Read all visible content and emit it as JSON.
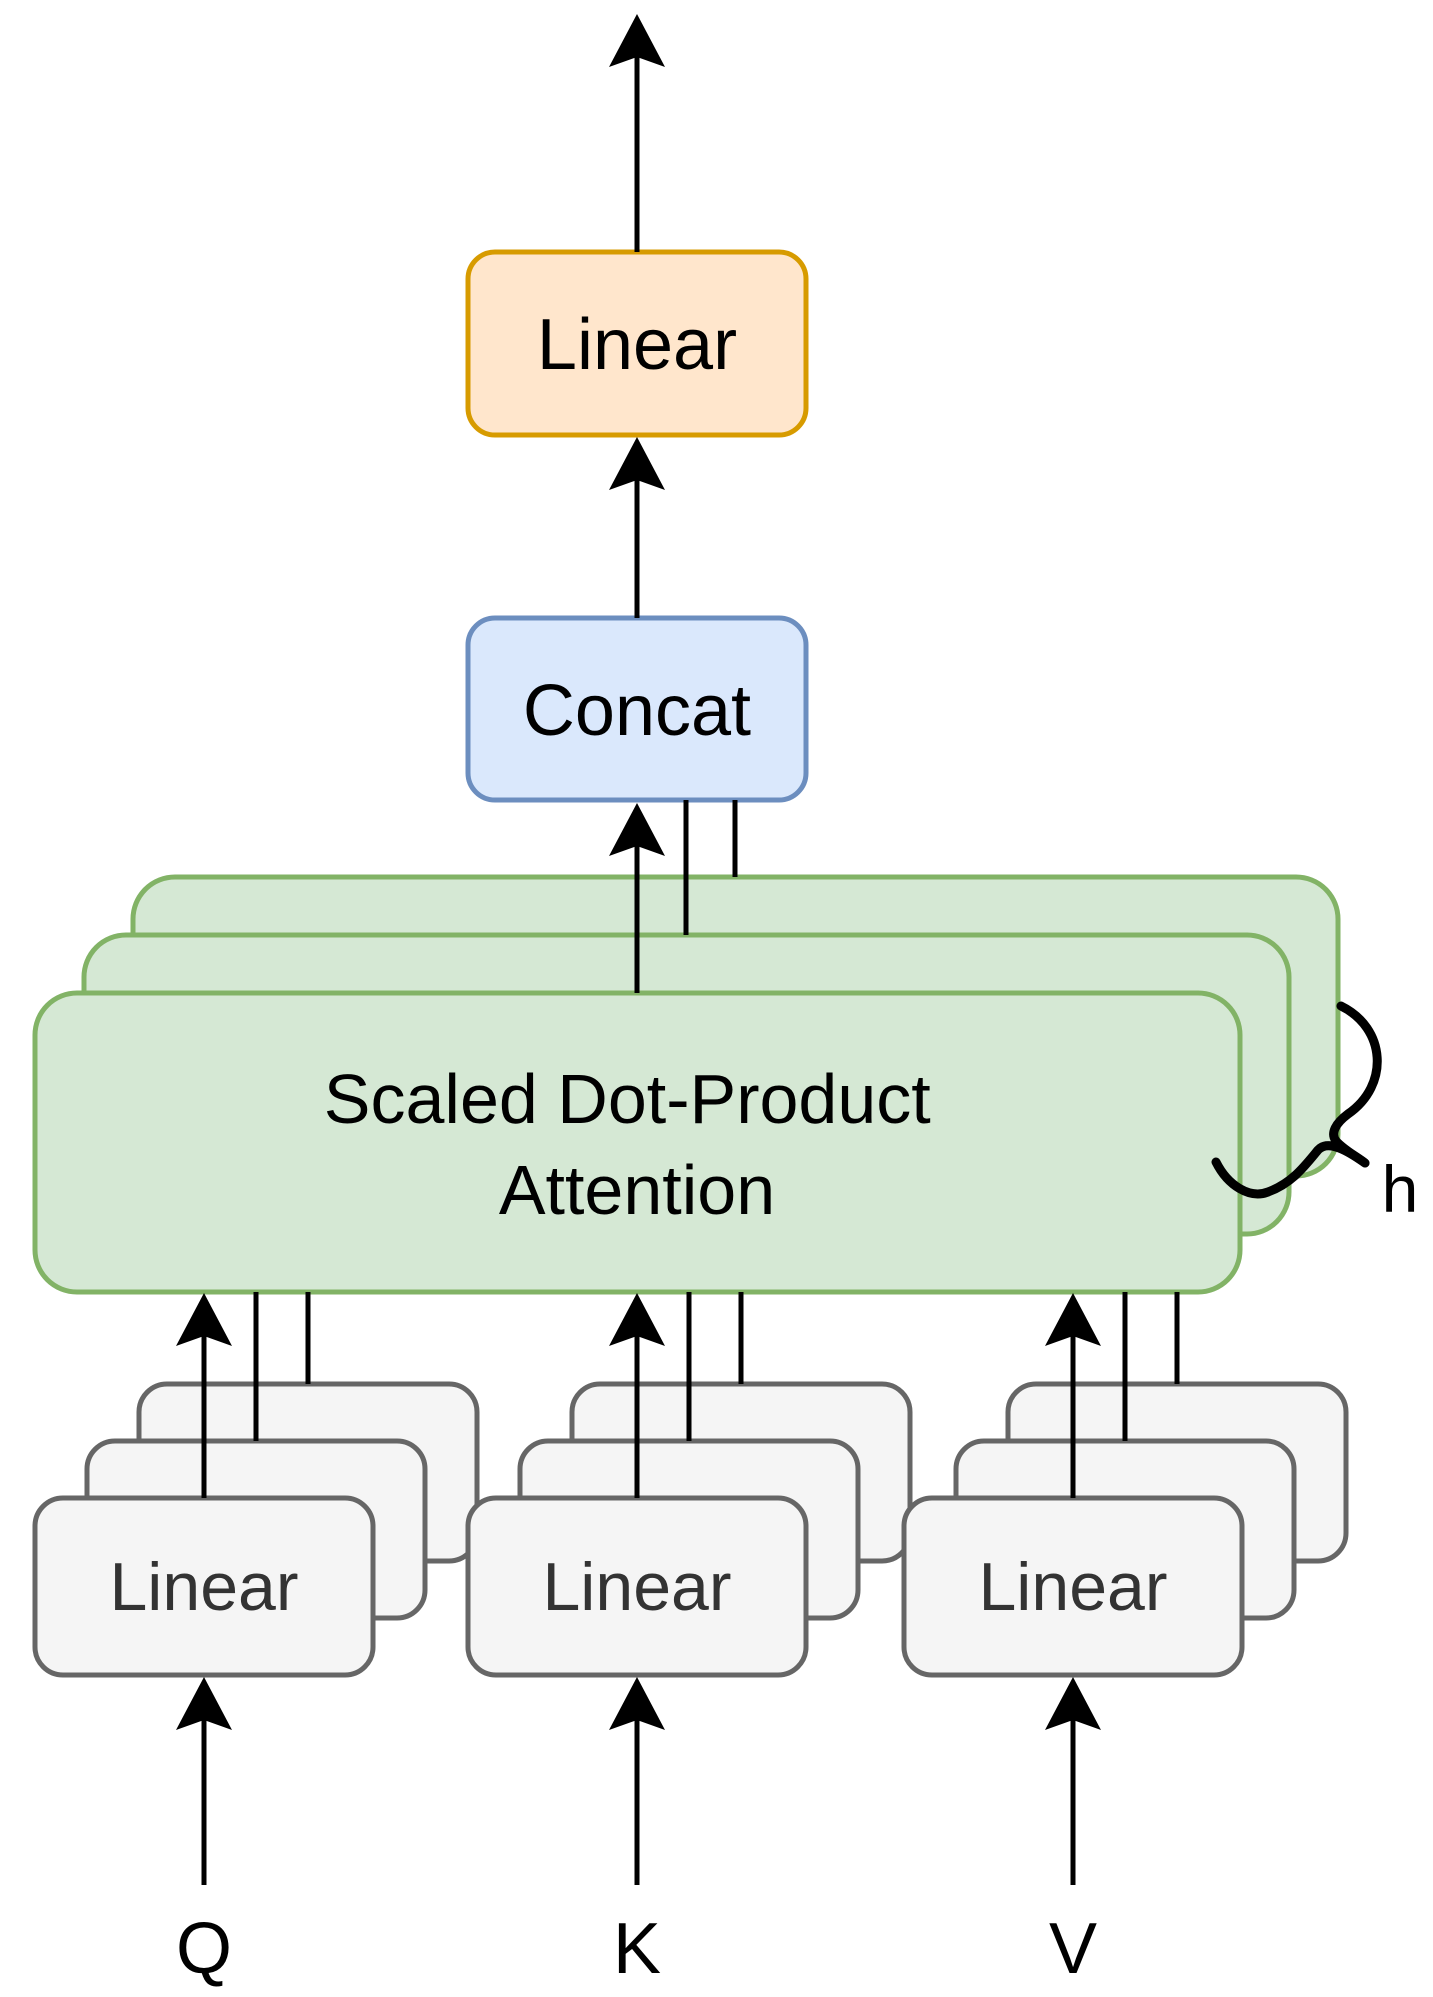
{
  "figure": {
    "type": "block-diagram",
    "subject": "Multi-Head Attention",
    "colors": {
      "background": "#FFFFFF",
      "connector": "#000000",
      "output_linear_fill": "#FFE6CC",
      "output_linear_stroke": "#D79B00",
      "concat_fill": "#DAE8FC",
      "concat_stroke": "#6C8EBF",
      "attention_fill": "#D5E8D4",
      "attention_stroke": "#82B366",
      "projection_fill": "#F5F5F5",
      "projection_stroke": "#666666",
      "projection_label_color": "#333333",
      "label_color": "#000000"
    },
    "nodes": {
      "output_linear": {
        "label": "Linear"
      },
      "concat": {
        "label": "Concat"
      },
      "attention": {
        "label_line1": "Scaled Dot-Product",
        "label_line2": "Attention",
        "stack_count": 3
      },
      "q_projection": {
        "label": "Linear",
        "stack_count": 3
      },
      "k_projection": {
        "label": "Linear",
        "stack_count": 3
      },
      "v_projection": {
        "label": "Linear",
        "stack_count": 3
      }
    },
    "inputs": {
      "q_label": "Q",
      "k_label": "K",
      "v_label": "V"
    },
    "annotations": {
      "head_count_label": "h"
    }
  }
}
